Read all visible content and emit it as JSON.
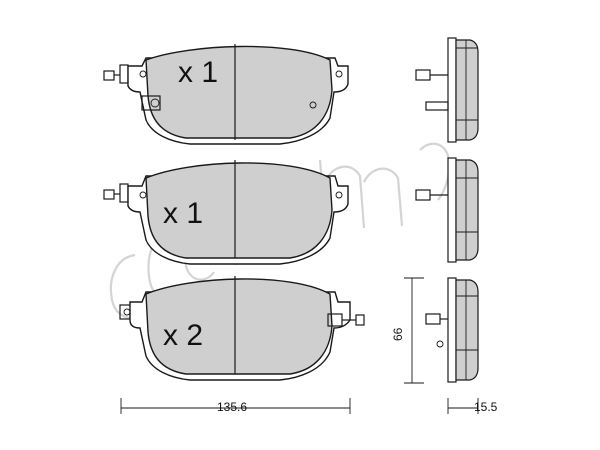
{
  "pads": [
    {
      "quantity_label": "x 1"
    },
    {
      "quantity_label": "x 1"
    },
    {
      "quantity_label": "x 2"
    }
  ],
  "dimensions": {
    "width": "135.6",
    "height": "66",
    "thickness": "15.5"
  },
  "watermark": {
    "logo": "cifam-logo"
  }
}
